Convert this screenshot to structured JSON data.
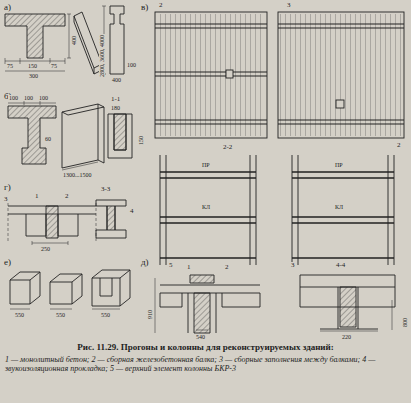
{
  "diagram": {
    "caption": "Рис. 11.29. Прогоны и колонны для реконструируемых зданий:",
    "labels": [
      "а)",
      "75",
      "150",
      "75",
      "300",
      "400",
      "2800, 3600, 4000",
      "400",
      "100",
      "б)",
      "100",
      "100",
      "100",
      "60",
      "1300...1500",
      "1-1",
      "180",
      "150",
      "в)",
      "2",
      "3",
      "2",
      "2-2",
      "ПР",
      "КЛ",
      "ПР",
      "КЛ",
      "г)",
      "3",
      "1",
      "2",
      "3-3",
      "4",
      "250",
      "е)",
      "550",
      "550",
      "550",
      "д)",
      "5",
      "1",
      "2",
      "910",
      "4-4",
      "3",
      "800",
      "540",
      "220",
      "1 — монолитный бетон; 2 — сборная железобетонная балка; 3 — сборные заполнения между балками; 4 — звукоизоляционная прокладка; 5 — верхний элемент колонны БКР-3"
    ]
  }
}
